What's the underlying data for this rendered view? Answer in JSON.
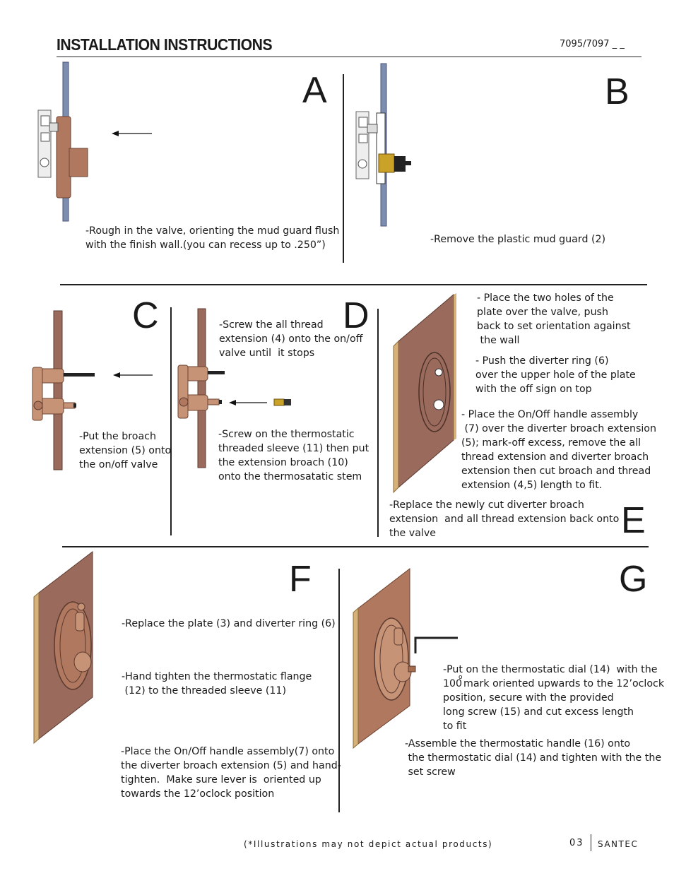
{
  "header": {
    "title": "INSTALLATION INSTRUCTIONS",
    "model": "7095/7097 _ _"
  },
  "steps": {
    "A": {
      "letter": "A",
      "text": "-Rough in the valve, orienting the mud guard flush\nwith the finish wall.(you can recess up to .250”)"
    },
    "B": {
      "letter": "B",
      "text": "-Remove the plastic mud guard (2)"
    },
    "C": {
      "letter": "C",
      "text": "-Put the broach\nextension (5) onto\nthe on/off valve"
    },
    "D": {
      "letter": "D",
      "text1": "-Screw the all thread\nextension (4) onto the on/off\nvalve until  it stops",
      "text2": "-Screw on the thermostatic\nthreaded sleeve (11) then put\nthe extension broach (10)\nonto the thermosatatic stem"
    },
    "E": {
      "letter": "E",
      "text1": "- Place the two holes of the\nplate over the valve, push\nback to set orientation against\n the wall",
      "text2": "- Push the diverter ring (6)\nover the upper hole of the plate\nwith the off sign on top",
      "text3": "- Place the On/Off handle assembly\n (7) over the diverter broach extension\n(5); mark-off excess, remove the all\nthread extension and diverter broach\nextension then cut broach and thread\nextension (4,5) length to fit.",
      "text4": "-Replace the newly cut diverter broach\nextension  and all thread extension back onto\nthe valve"
    },
    "F": {
      "letter": "F",
      "text1": "-Replace the plate (3) and diverter ring (6)",
      "text2": "-Hand tighten the thermostatic flange\n (12) to the threaded sleeve (11)",
      "text3": "-Place the On/Off handle assembly(7) onto\nthe diverter broach extension (5) and hand-\ntighten.  Make sure lever is  oriented up\ntowards the 12’oclock position"
    },
    "G": {
      "letter": "G",
      "text1a": "-Put on the thermostatic dial (14)  with the\n100",
      "degree": "o",
      "text1b": "mark oriented upwards to the 12’oclock",
      "text1c": "position, secure with the provided\nlong screw (15) and cut excess length\nto fit",
      "text2": "-Assemble the thermostatic handle (16) onto\n the thermostatic dial (14) and tighten with the the\n set screw"
    }
  },
  "footer": {
    "note": "(*Illustrations may not depict actual products)",
    "page": "03",
    "brand": "SANTEC"
  },
  "colors": {
    "wall_blue": "#7d8db0",
    "copper": "#b0785f",
    "wall_brown": "#9a6a5c",
    "brass": "#c9a227"
  }
}
